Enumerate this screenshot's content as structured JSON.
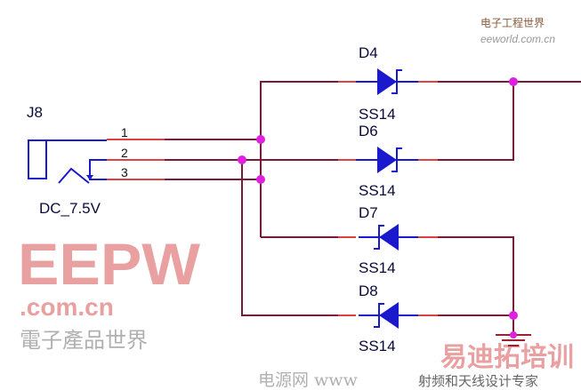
{
  "connector": {
    "ref": "J8",
    "value": "DC_7.5V",
    "pins": [
      "1",
      "2",
      "3"
    ]
  },
  "diodes": [
    {
      "ref": "D4",
      "part": "SS14"
    },
    {
      "ref": "D6",
      "part": "SS14"
    },
    {
      "ref": "D7",
      "part": "SS14"
    },
    {
      "ref": "D8",
      "part": "SS14"
    }
  ],
  "watermarks": {
    "eepw": "EEPW",
    "eepw_domain": ".com.cn",
    "eepw_cn": "電子產品世界",
    "edatop": "易迪拓培训",
    "dianyuan": "电源网 www",
    "rf_slogan": "射频和天线设计专家",
    "eeworld_cn": "电子工程世界",
    "eeworld": "eeworld.com.cn"
  },
  "colors": {
    "wire": "#7a1a3a",
    "component": "#1a1acc",
    "junction": "#e020e0",
    "pin": "#e04040"
  }
}
